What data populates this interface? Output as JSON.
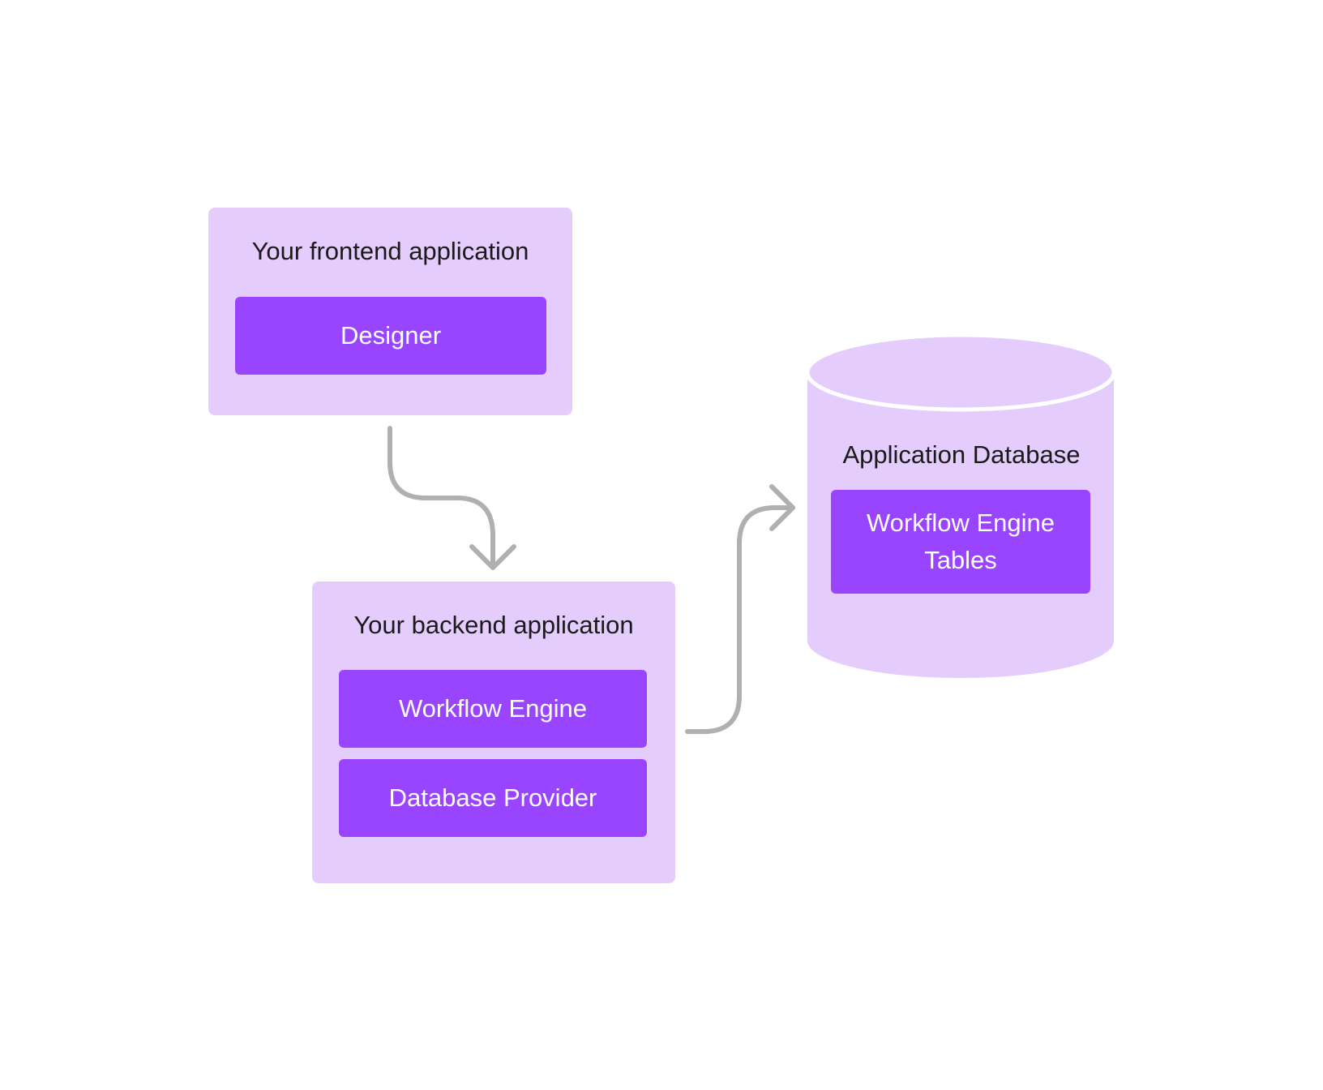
{
  "frontend": {
    "title": "Your frontend application",
    "components": [
      "Designer"
    ]
  },
  "backend": {
    "title": "Your backend application",
    "components": [
      "Workflow Engine",
      "Database Provider"
    ]
  },
  "database": {
    "title": "Application Database",
    "tables_line1": "Workflow Engine",
    "tables_line2": "Tables"
  },
  "colors": {
    "panel_fill": "#e4ccfd",
    "component_fill": "#9945ff",
    "arrow_stroke": "#b0b0b0",
    "text_dark": "#1a1a1a",
    "text_light": "#ffffff"
  }
}
